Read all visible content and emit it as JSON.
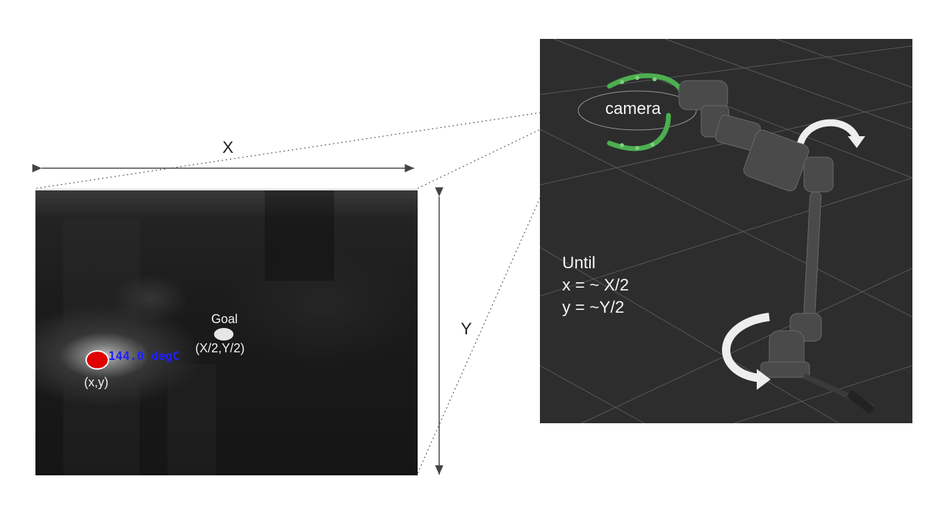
{
  "dimension_labels": {
    "x": "X",
    "y": "Y"
  },
  "thermal_image": {
    "temperature_reading": "144.0 degC",
    "hotspot_label": "(x,y)",
    "goal_title": "Goal",
    "goal_coords": "(X/2,Y/2)"
  },
  "robot_view": {
    "camera_label": "camera",
    "condition_lines": [
      "Until",
      "x = ~ X/2",
      "y = ~Y/2"
    ]
  },
  "colors": {
    "hotspot": "#e00000",
    "goal_marker": "#e6e6e6",
    "temperature_text": "#2020ff",
    "gripper": "#4caf50",
    "panel_bg": "#2d2d2d"
  }
}
